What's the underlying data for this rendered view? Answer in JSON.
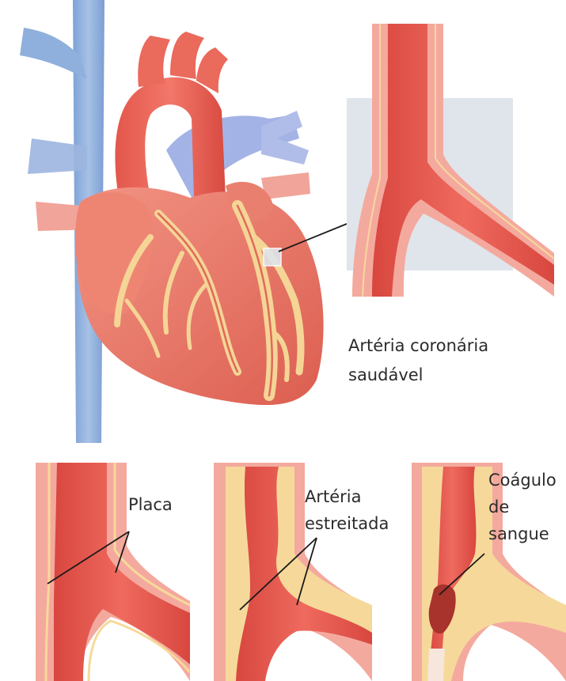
{
  "labels": {
    "healthy_artery": [
      "Artéria coronária",
      "saudável"
    ],
    "plaque": "Placa",
    "narrowed_artery": [
      "Artéria",
      "estreitada"
    ],
    "blood_clot": [
      "Coágulo",
      "de",
      "sangue"
    ]
  },
  "colors": {
    "artery_red": "#e0524a",
    "artery_wall": "#f4a99e",
    "plaque_yellow": "#f6d99a",
    "vein_blue": "#8fb0dc",
    "inset_background": "#dfe5ea",
    "heart_muscle": "#ec7d6f",
    "leader_line": "#1a1a1a"
  },
  "icons": [
    "heart-illustration",
    "artery-cross-section"
  ]
}
